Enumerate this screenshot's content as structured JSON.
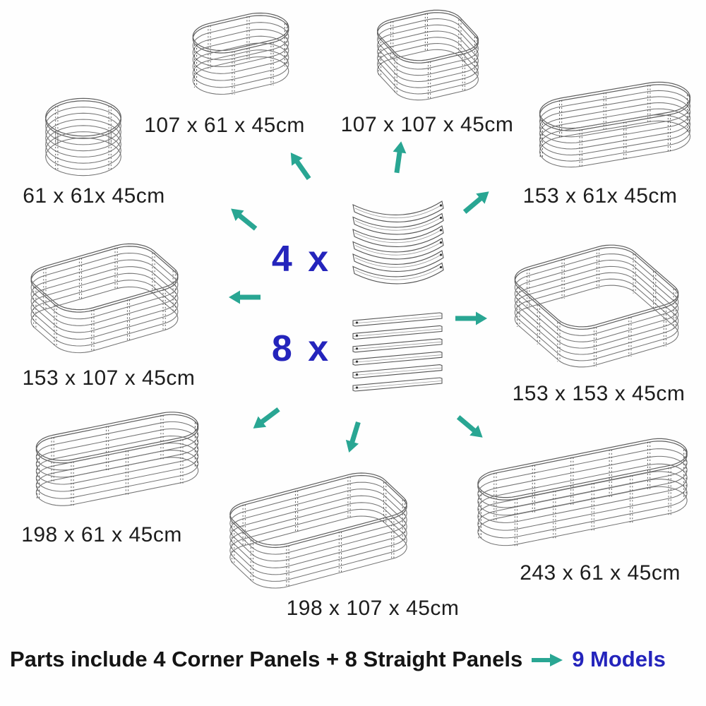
{
  "colors": {
    "accent_blue": "#2424bc",
    "arrow_teal": "#29a693",
    "text_black": "#1d1d1d",
    "line_gray": "#707070"
  },
  "parts": {
    "corner_count_label": "4 x",
    "straight_count_label": "8 x"
  },
  "models": [
    {
      "id": "61x61",
      "label": "61 x 61x 45cm"
    },
    {
      "id": "107x61",
      "label": "107 x 61 x 45cm"
    },
    {
      "id": "107x107",
      "label": "107 x 107 x 45cm"
    },
    {
      "id": "153x61",
      "label": "153 x 61x 45cm"
    },
    {
      "id": "153x107",
      "label": "153 x 107 x 45cm"
    },
    {
      "id": "153x153",
      "label": "153 x 153 x 45cm"
    },
    {
      "id": "198x61",
      "label": "198 x 61 x 45cm"
    },
    {
      "id": "198x107",
      "label": "198 x 107 x 45cm"
    },
    {
      "id": "243x61",
      "label": "243 x 61 x 45cm"
    }
  ],
  "footer": {
    "text": "Parts include 4 Corner Panels + 8 Straight Panels",
    "arrow_icon": "right-arrow",
    "result": "9 Models"
  }
}
